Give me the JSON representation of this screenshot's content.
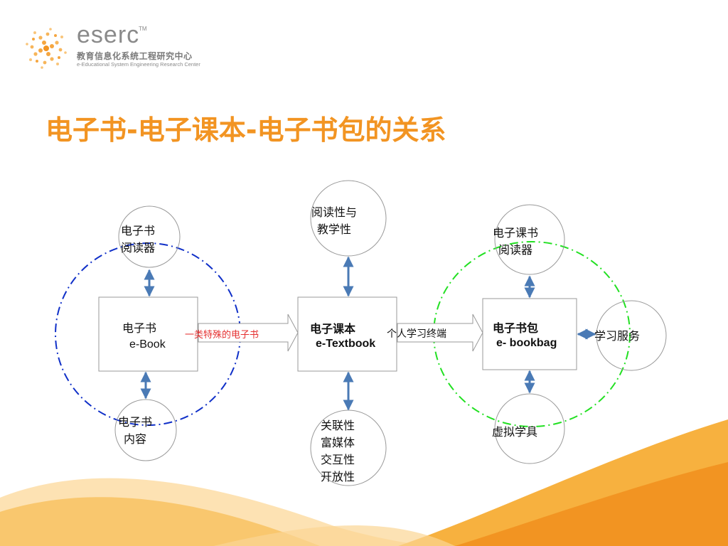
{
  "logo": {
    "word": "eserc",
    "tm": "TM",
    "cn": "教育信息化系统工程研究中心",
    "en": "e-Educational System Engineering Research Center"
  },
  "title": "电子书-电子课本-电子书包的关系",
  "nodes": {
    "ebook_reader": [
      "电子书",
      "阅读器"
    ],
    "ebook": {
      "cn": "电子书",
      "en": "e-Book"
    },
    "ebook_content": [
      "电子书",
      "内容"
    ],
    "readability": [
      "阅读性与",
      "教学性"
    ],
    "etextbook": {
      "cn": "电子课本",
      "en": "e-Textbook"
    },
    "features": [
      "关联性",
      "富媒体",
      "交互性",
      "开放性"
    ],
    "textbook_reader": [
      "电子课书",
      "阅读器"
    ],
    "ebookbag": {
      "cn": "电子书包",
      "en": "e- bookbag"
    },
    "learning_service": "学习服务",
    "virtual_tools": "虚拟学具"
  },
  "connectors": {
    "special_ebook": "一类特殊的电子书",
    "personal_terminal": "个人学习终端"
  },
  "colors": {
    "accent": "#f29422",
    "blue_dash": "#1030c8",
    "green_dash": "#22e022",
    "arrow": "#4a7ab5",
    "red_text": "#e53030"
  }
}
